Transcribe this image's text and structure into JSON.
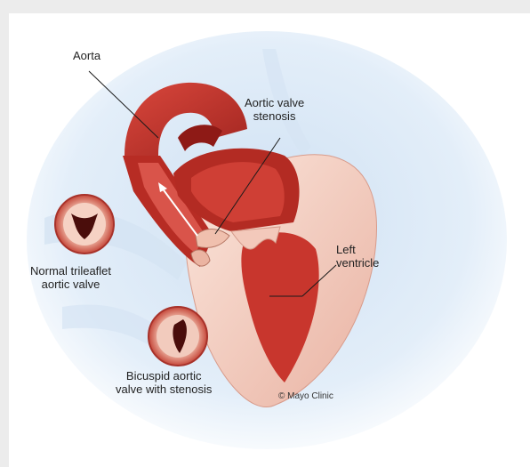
{
  "labels": {
    "aorta": "Aorta",
    "stenosis_line1": "Aortic valve",
    "stenosis_line2": "stenosis",
    "left_ventricle_line1": "Left",
    "left_ventricle_line2": "ventricle",
    "normal_line1": "Normal trileaflet",
    "normal_line2": "aortic valve",
    "bicuspid_line1": "Bicuspid aortic",
    "bicuspid_line2": "valve with stenosis"
  },
  "credit": "© Mayo Clinic",
  "colors": {
    "background_page": "#ececec",
    "frame": "#ffffff",
    "glow": "#dce9f6",
    "heart_red": "#c0332c",
    "heart_dark": "#8e1a16",
    "tissue_pink": "#f1c6b8",
    "tissue_light": "#fbe3d8",
    "leader_line": "#1a1a1a"
  }
}
